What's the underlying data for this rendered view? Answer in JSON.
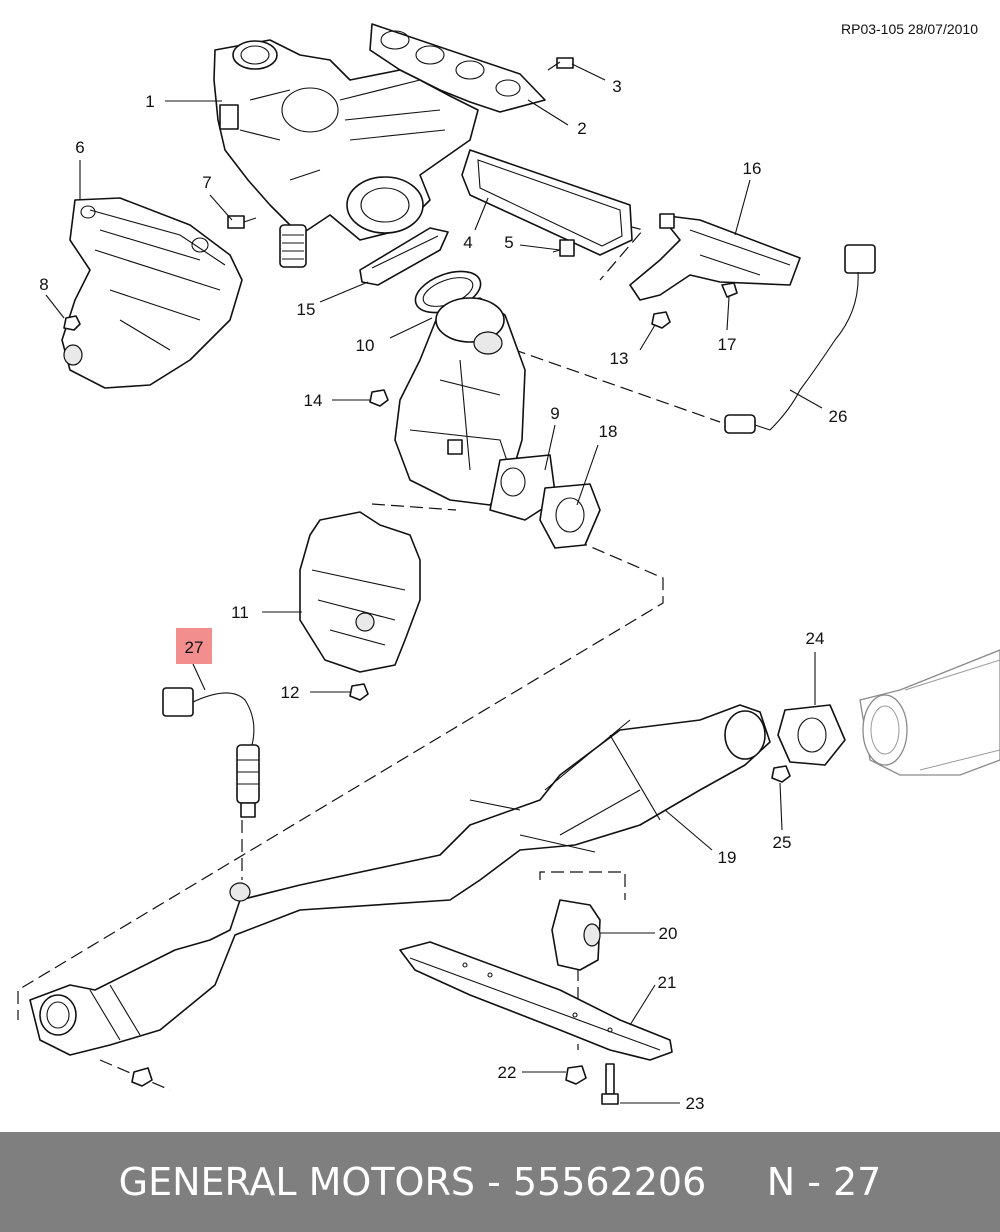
{
  "header": {
    "reference": "RP03-105 28/07/2010"
  },
  "callouts": {
    "c1": "1",
    "c2": "2",
    "c3": "3",
    "c4": "4",
    "c5": "5",
    "c6": "6",
    "c7": "7",
    "c8": "8",
    "c9": "9",
    "c10": "10",
    "c11": "11",
    "c12": "12",
    "c13": "13",
    "c14": "14",
    "c15": "15",
    "c16": "16",
    "c17": "17",
    "c18": "18",
    "c19": "19",
    "c20": "20",
    "c21": "21",
    "c22": "22",
    "c23": "23",
    "c24": "24",
    "c25": "25",
    "c26": "26",
    "c27": "27"
  },
  "highlight": {
    "color": "#f28e8e",
    "callout": "27"
  },
  "footer": {
    "brand": "GENERAL MOTORS",
    "separator": " - ",
    "part_number": "55562206",
    "gap": "     ",
    "page": "N - 27"
  },
  "colors": {
    "footer_bg": "#7f7f7f",
    "footer_text": "#ffffff"
  }
}
